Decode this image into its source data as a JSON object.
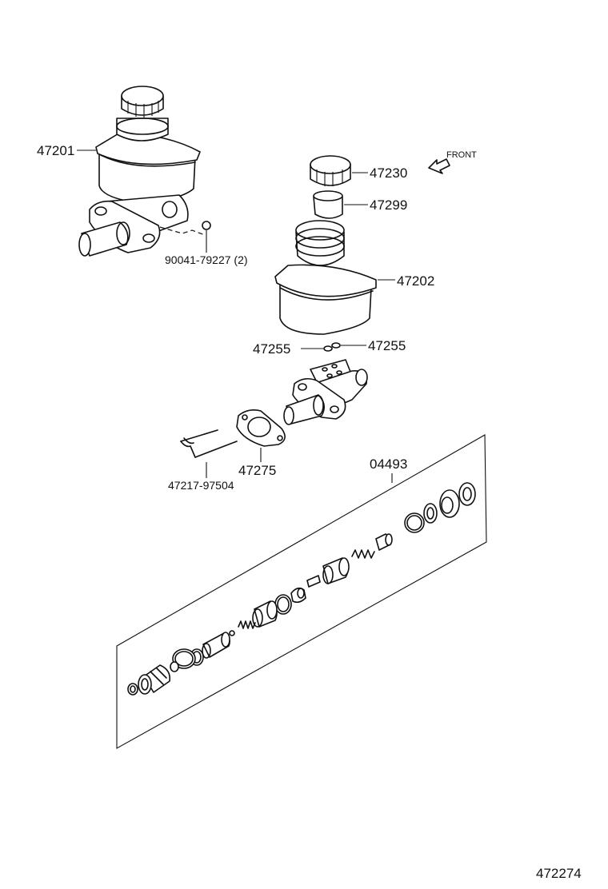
{
  "labels": {
    "part_47201": "47201",
    "part_47230": "47230",
    "part_47299": "47299",
    "part_47202": "47202",
    "bolt_90041": "90041-79227 (2)",
    "part_47255_left": "47255",
    "part_47255_right": "47255",
    "part_47275": "47275",
    "pin_47217": "47217-97504",
    "kit_04493": "04493",
    "front": "FRONT",
    "diagram_id": "472274"
  }
}
